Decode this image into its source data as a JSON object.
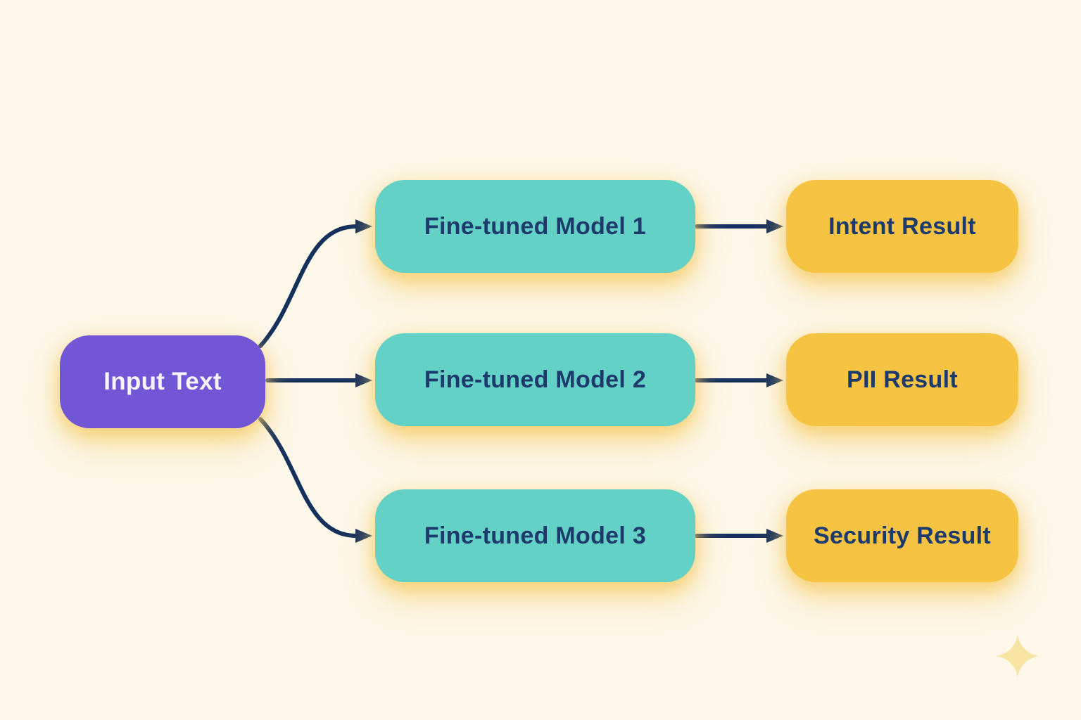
{
  "diagram": {
    "type": "flowchart",
    "direction": "left-to-right",
    "colors": {
      "background": "#fdf8ea",
      "arrow": "#14305d",
      "input_fill": "#7156d6",
      "input_text": "#f7f5fb",
      "model_fill": "#63d1c6",
      "result_fill": "#f6c342",
      "node_text": "#1c3a6b",
      "sparkle": "#f8e5a4"
    },
    "input_node": {
      "label": "Input Text"
    },
    "model_nodes": [
      {
        "label": "Fine-tuned Model 1"
      },
      {
        "label": "Fine-tuned Model 2"
      },
      {
        "label": "Fine-tuned Model 3"
      }
    ],
    "result_nodes": [
      {
        "label": "Intent Result"
      },
      {
        "label": "PII Result"
      },
      {
        "label": "Security Result"
      }
    ],
    "edges": [
      {
        "from": "Input Text",
        "to": "Fine-tuned Model 1"
      },
      {
        "from": "Input Text",
        "to": "Fine-tuned Model 2"
      },
      {
        "from": "Input Text",
        "to": "Fine-tuned Model 3"
      },
      {
        "from": "Fine-tuned Model 1",
        "to": "Intent Result"
      },
      {
        "from": "Fine-tuned Model 2",
        "to": "PII Result"
      },
      {
        "from": "Fine-tuned Model 3",
        "to": "Security Result"
      }
    ],
    "decoration": {
      "sparkle_icon": "four-point-star"
    }
  }
}
